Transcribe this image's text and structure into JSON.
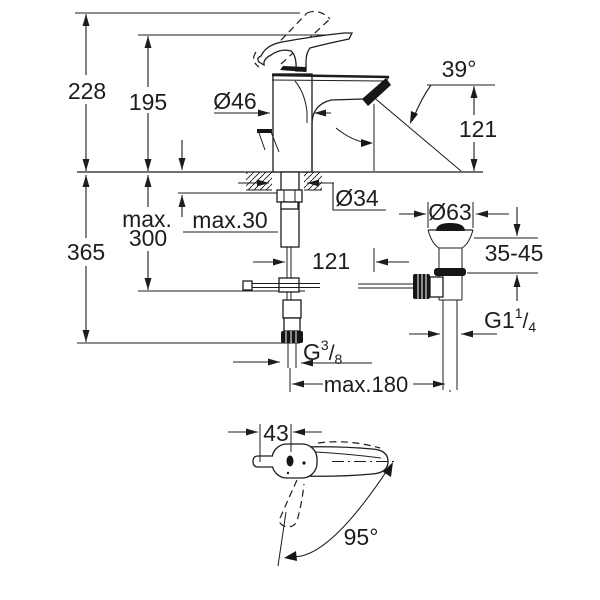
{
  "front_view": {
    "total_height": "228",
    "height_to_handle": "195",
    "body_diameter": "Ø46",
    "spray_angle": "39°",
    "spout_height": "121",
    "install_depth": {
      "line1": "max.",
      "line2": "300"
    },
    "max_deck_thickness": "max.30",
    "total_depth": "365",
    "hole_diameter": "Ø34",
    "spout_reach": "121",
    "supply_thread": {
      "prefix": "G",
      "numerator": "3",
      "slash": "/",
      "denominator": "8"
    },
    "max_supply_waste_distance": "max.180",
    "waste": {
      "flange_diameter": "Ø63",
      "deck_thickness_range": "35-45",
      "thread": {
        "prefix": "G1",
        "numerator": "1",
        "slash": "/",
        "denominator": "4"
      }
    }
  },
  "top_view": {
    "handle_width": "43",
    "swivel_angle": "95°"
  },
  "colors": {
    "line": "#1d1d1d",
    "background": "#ffffff"
  }
}
